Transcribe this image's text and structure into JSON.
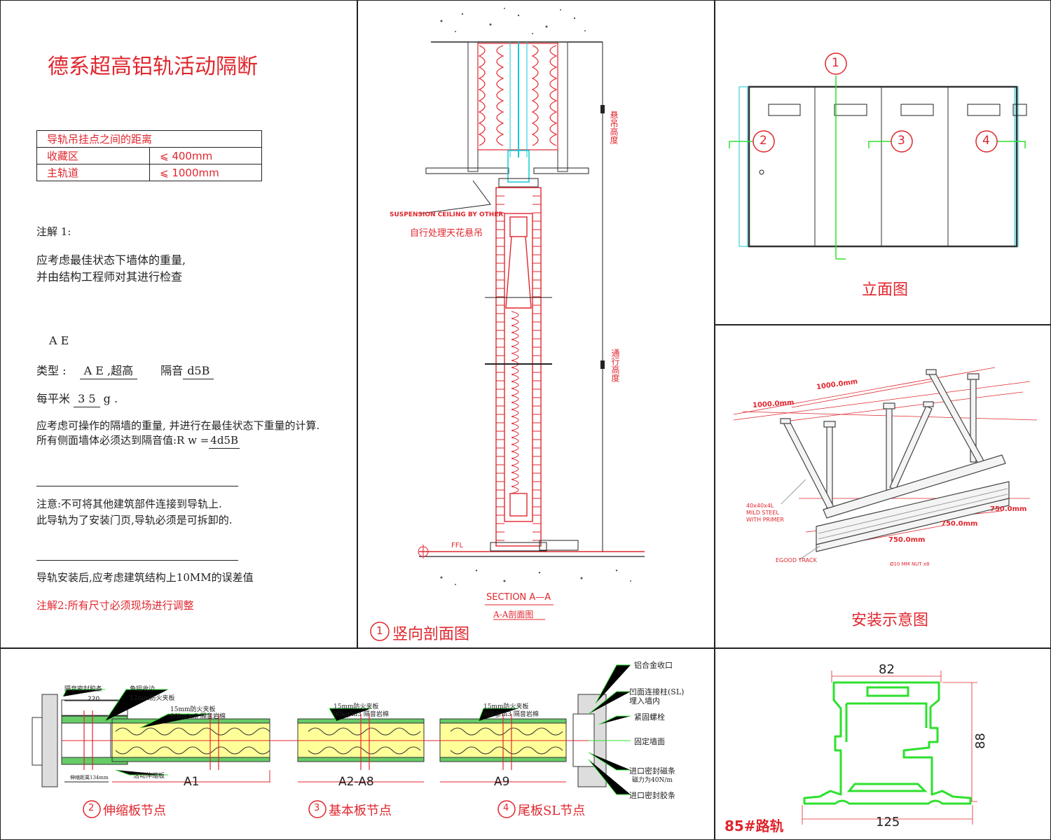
{
  "title": "德系超高铝轨活动隔断",
  "rail_table": {
    "header": "导轨吊挂点之间的距离",
    "rows": [
      {
        "label": "收藏区",
        "value": "⩽ 400mm"
      },
      {
        "label": "主轨道",
        "value": "⩽ 1000mm"
      }
    ]
  },
  "notes": {
    "note1_title": "注解 1:",
    "note1_line1": "应考虑最佳状态下墙体的重量,",
    "note1_line2": "并由结构工程师对其进行检查",
    "ae_label": "A E",
    "type_label": "类型   :",
    "type_value": "A E ,超高",
    "sound_label": "隔音",
    "sound_value": "d5B",
    "weight_label": "每平米",
    "weight_value": "3 5",
    "weight_unit": "g .",
    "operable_line1": "应考虑可操作的隔墙的重量, 并进行在最佳状态下重量的计算.",
    "operable_line2": "所有侧面墙体必须达到隔音值:R w =",
    "operable_rw": "4d5B",
    "caution_line1": "注意:不可将其他建筑部件连接到导轨上.",
    "caution_line2": "此导轨为了安装门页,导轨必须是可拆卸的.",
    "tolerance": "导轨安装后,应考虑建筑结构上10MM的误差值",
    "note2": "注解2:所有尺寸必须现场进行调整"
  },
  "section": {
    "suspension_en": "SUSPENSION CEILING BY OTHER",
    "suspension_cn": "自行处理天花悬吊",
    "hang_height": "悬吊高度",
    "pass_height": "通行高度",
    "ffl": "FFL",
    "section_title": "SECTION A—A",
    "section_cn": "A-A剖面图",
    "caption_num": "1",
    "caption": "竖向剖面图"
  },
  "elevation": {
    "markers": [
      "1",
      "2",
      "3",
      "4"
    ],
    "caption": "立面图"
  },
  "install": {
    "dim_top1": "1000.0mm",
    "dim_top2": "1000.0mm",
    "steel_l1": "40x40x4L",
    "steel_l2": "MILD STEEL",
    "steel_l3": "WITH PRIMER",
    "track": "EGOOD TRACK",
    "nut": "Ø10 MM NUT x8",
    "dim_bot1": "750.0mm",
    "dim_bot2": "750.0mm",
    "dim_bot3": "750.0mm",
    "caption": "安装示意图"
  },
  "plan": {
    "callouts_left": [
      "隔音密封胶条",
      "角铝收边",
      "12mm防火夹板",
      "15mm防火夹板",
      "80kg/m3 隔音岩棉",
      "活动伸缩板",
      "伸缩距离134mm"
    ],
    "dim_220": "220",
    "callouts_mid": [
      "15mm防火夹板",
      "80kg/m3 隔音岩棉"
    ],
    "callouts_r": [
      "15mm防火夹板",
      "80kg/m3 隔音岩棉"
    ],
    "right_labels": [
      "铝合金收口",
      "凹面连接柱(SL)",
      "埋入墙内",
      "紧固螺栓",
      "固定墙面",
      "进口密封磁条",
      "磁力为40N/m",
      "进口密封胶条"
    ],
    "panel_a1": "A1",
    "panel_a2": "A2-A8",
    "panel_a9": "A9",
    "cap2_num": "2",
    "cap2": "伸缩板节点",
    "cap3_num": "3",
    "cap3": "基本板节点",
    "cap4_num": "4",
    "cap4": "尾板SL节点"
  },
  "rail_profile": {
    "width_top": "82",
    "height": "88",
    "width_bottom": "125",
    "caption": "85#路轨",
    "color": "#2ee02e"
  }
}
